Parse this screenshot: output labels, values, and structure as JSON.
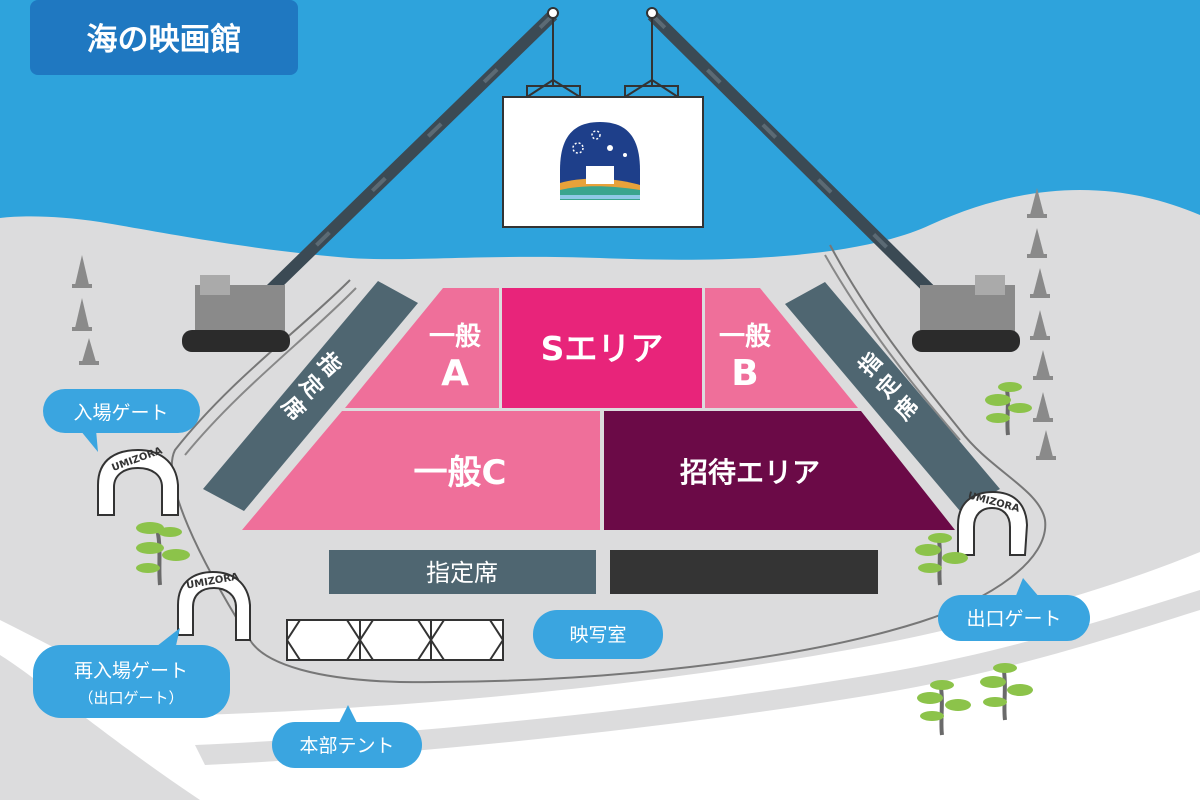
{
  "title": "海の映画館",
  "seating": {
    "general_a_line1": "一般",
    "general_a_line2": "A",
    "s_area": "Sエリア",
    "general_b_line1": "一般",
    "general_b_line2": "B",
    "general_c": "一般C",
    "invitation_area": "招待エリア",
    "reserved_left": [
      "指",
      "定",
      "席"
    ],
    "reserved_right": [
      "指",
      "定",
      "席"
    ],
    "reserved_bottom": "指定席"
  },
  "callouts": {
    "entrance_gate": "入場ゲート",
    "reentry_gate_line1": "再入場ゲート",
    "reentry_gate_line2": "（出口ゲート）",
    "exit_gate": "出口ゲート",
    "projection_room": "映写室",
    "hq_tent": "本部テント"
  },
  "gate_arch_text": "UMIZORA",
  "colors": {
    "sea": "#2ea3dc",
    "ground": "#dcdcdd",
    "road": "#ffffff",
    "s_area": "#e8247a",
    "general": "#ef6f9a",
    "invitation": "#6b0a47",
    "reserved": "#4f6671",
    "dark_block": "#343434",
    "callout": "#3aa5e0",
    "title_bg": "#1f78c1"
  }
}
